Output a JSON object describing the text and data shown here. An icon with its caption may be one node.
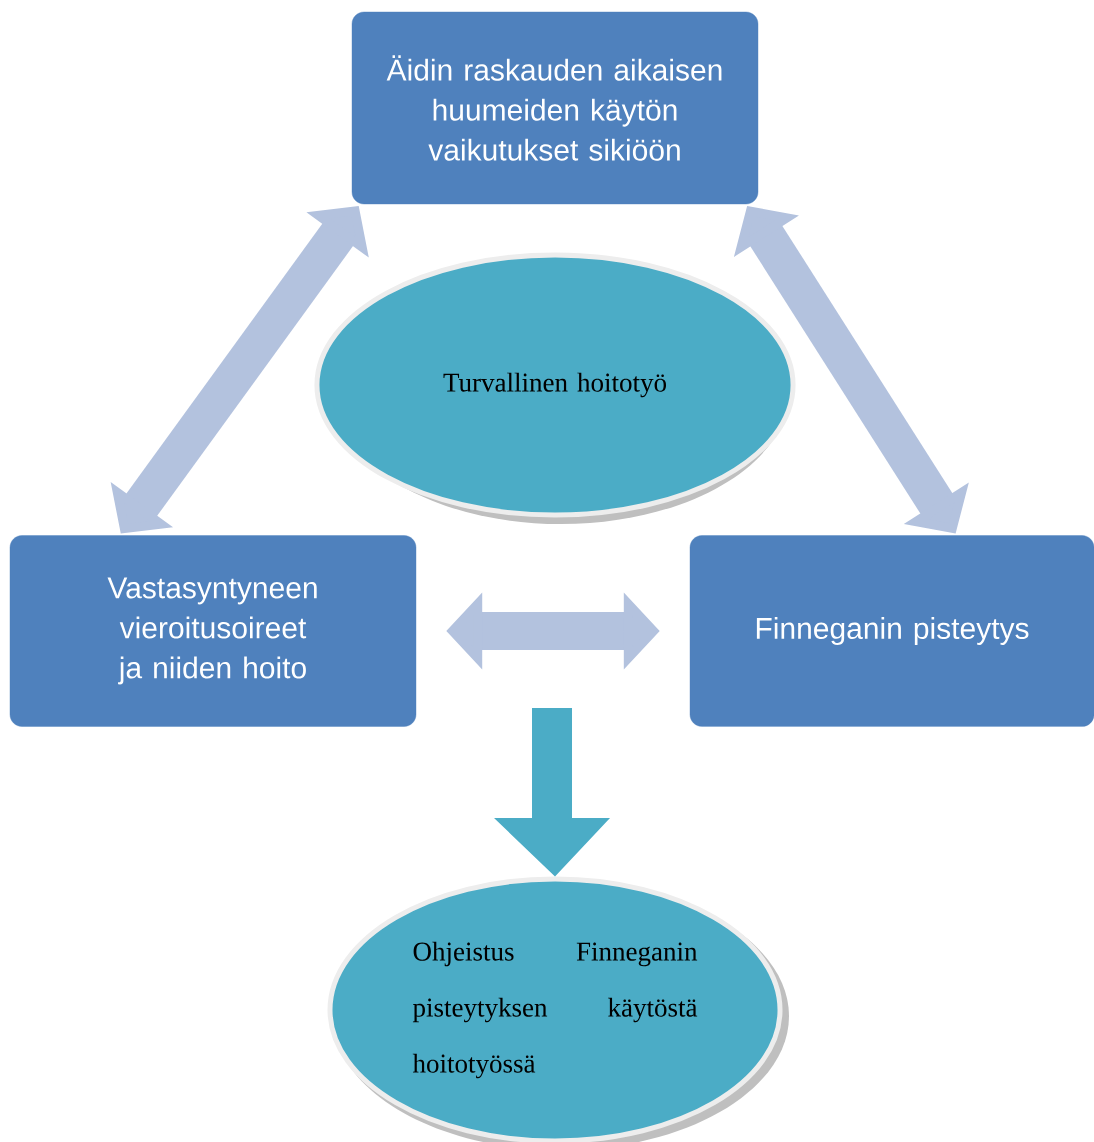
{
  "diagram": {
    "nodes": [
      {
        "text": [
          "Äidin raskauden aikaisen huumeiden käytön vaikutukset sikiöön"
        ]
      },
      {
        "text": [
          "Turvallinen hoitotyö"
        ]
      },
      {
        "text": [
          "Vastasyntyneen vieroitusoireet ja niiden hoito"
        ]
      },
      {
        "text": [
          "Finneganin pisteytys"
        ]
      },
      {
        "text": [
          "Ohjeistus Finneganin pisteytyksen käytöstä hoitotyössä"
        ]
      }
    ],
    "edges": [
      {
        "from": 2,
        "to": 0,
        "arrow": "both"
      },
      {
        "from": 0,
        "to": 3,
        "arrow": "both"
      },
      {
        "from": 2,
        "to": 3,
        "arrow": "both"
      },
      {
        "from": null,
        "to": 4,
        "arrow": "to",
        "color": "#4bacc6"
      }
    ]
  }
}
